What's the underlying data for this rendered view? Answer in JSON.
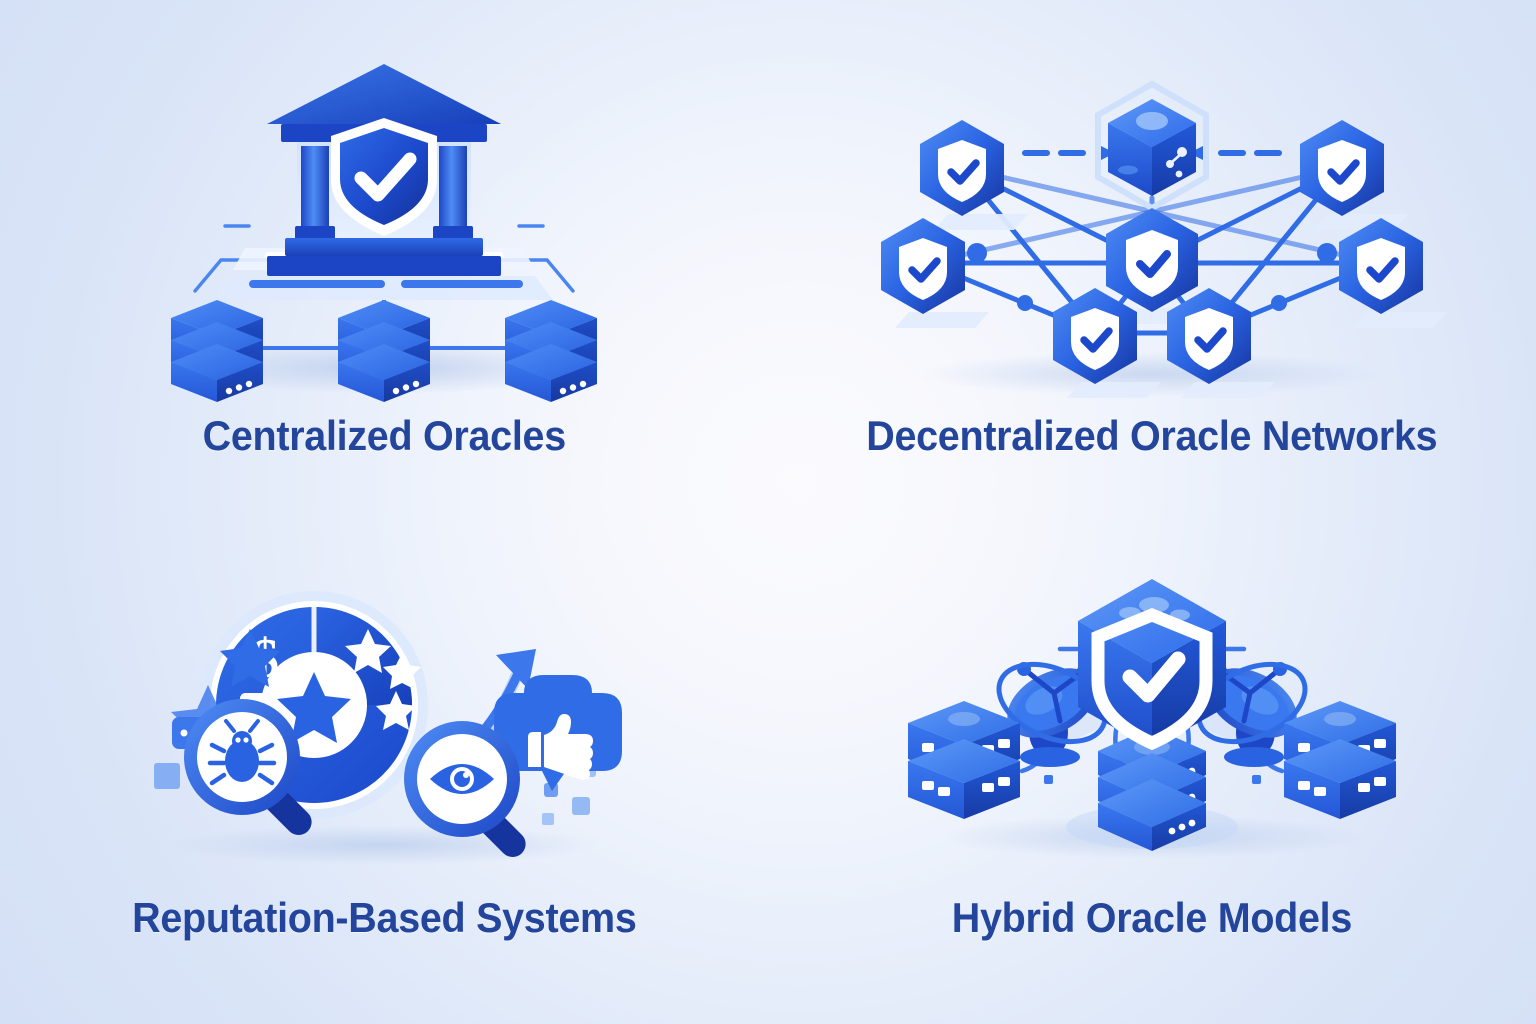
{
  "page": {
    "background_center": "#fbfbfe",
    "background_edge": "#d9e4f7",
    "caption_color": "#23459b",
    "accent_blue": "#2563e0",
    "deep_blue": "#1b45c4",
    "dark_blue": "#16339b",
    "light_blue": "#6fa1f0",
    "white": "#ffffff"
  },
  "panels": [
    {
      "id": "centralized-oracles",
      "caption": "Centralized Oracles",
      "illustration": "bank-building-with-shield-and-three-server-stacks",
      "elements": [
        "bank-pediment-roof",
        "bank-columns",
        "shield-check-icon",
        "bank-steps",
        "document-lines",
        "server-stack-left",
        "server-stack-center",
        "server-stack-right",
        "connector-lines"
      ]
    },
    {
      "id": "decentralized-oracle-networks",
      "caption": "Decentralized Oracle Networks",
      "illustration": "mesh-of-hexagon-shield-nodes-around-data-cube",
      "elements": [
        "data-cube-icon",
        "hexagon-shield-node",
        "mesh-link-lines",
        "dashed-arrow-left",
        "dashed-arrow-right",
        "node-dot"
      ],
      "node_count": 7
    },
    {
      "id": "reputation-based-systems",
      "caption": "Reputation-Based Systems",
      "illustration": "rating-dial-with-stars-magnifiers-and-thumbs-up",
      "elements": [
        "rating-dial",
        "dollar-sign-icon",
        "star-badge-icon",
        "rating-stars",
        "magnifier-bug-icon",
        "magnifier-eye-icon",
        "thumbs-up-bubble-icon",
        "floating-stars",
        "trend-arrow-icon",
        "pixel-squares"
      ]
    },
    {
      "id": "hybrid-oracle-models",
      "caption": "Hybrid Oracle Models",
      "illustration": "central-shield-cube-linked-to-satellites-and-servers",
      "elements": [
        "shield-cube-icon",
        "satellite-dish-left",
        "satellite-dish-right",
        "server-rack-left",
        "server-rack-right",
        "server-stack-bottom",
        "connector-lines"
      ]
    }
  ]
}
